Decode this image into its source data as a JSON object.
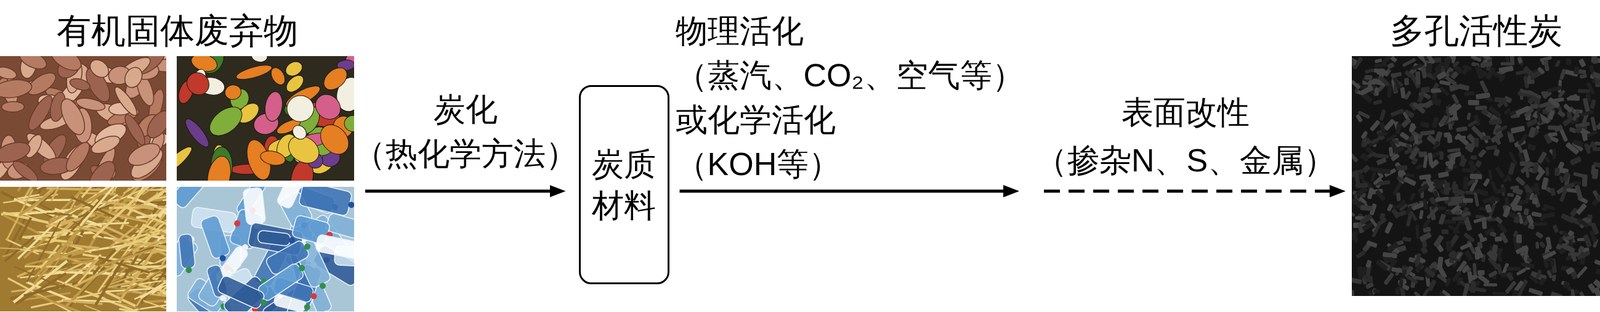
{
  "diagram": {
    "nodes": [
      {
        "text": [
          "有机固体废弃物"
        ]
      },
      {
        "text": [
          "炭质材料"
        ]
      },
      {
        "text": [
          "多孔活性炭"
        ]
      }
    ],
    "edges": [
      {
        "from": 0,
        "to": 1,
        "arrow": "to",
        "label": "炭化 （热化学方法）"
      },
      {
        "from": 1,
        "to": 2,
        "arrow": "to",
        "label": "物理活化 （蒸汽、CO₂、空气等） 或化学活化 （KOH等）"
      }
    ],
    "labels": [
      "表面改性 （掺杂N、S、金属）"
    ]
  }
}
